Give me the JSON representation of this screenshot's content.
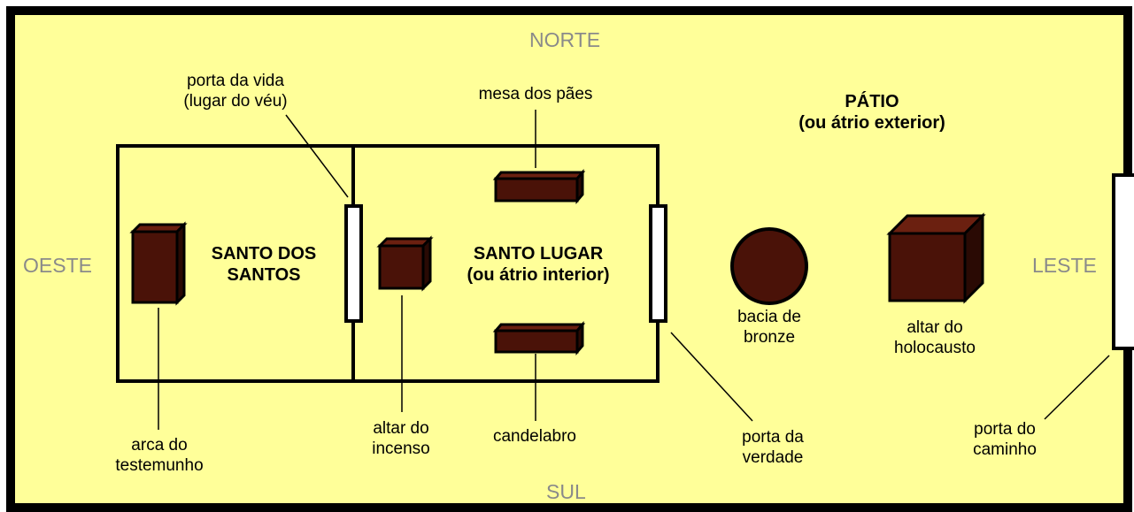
{
  "directions": {
    "north": "NORTE",
    "south": "SUL",
    "west": "OESTE",
    "east": "LESTE"
  },
  "areas": {
    "courtyard": [
      "PÁTIO",
      "(ou átrio exterior)"
    ],
    "holy_of_holies": [
      "SANTO DOS",
      "SANTOS"
    ],
    "holy_place": [
      "SANTO LUGAR",
      "(ou átrio interior)"
    ]
  },
  "labels": {
    "veil_door": [
      "porta da vida",
      "(lugar do véu)"
    ],
    "bread_table": [
      "mesa dos pães"
    ],
    "ark": [
      "arca do",
      "testemunho"
    ],
    "incense_altar": [
      "altar do",
      "incenso"
    ],
    "lampstand": [
      "candelabro"
    ],
    "truth_door": [
      "porta da",
      "verdade"
    ],
    "laver": [
      "bacia de",
      "bronze"
    ],
    "burnt_altar": [
      "altar do",
      "holocausto"
    ],
    "way_door": [
      "porta do",
      "caminho"
    ]
  },
  "colors": {
    "background": "#ffff99",
    "furniture": "#4a1208",
    "furniture_dark": "#2a0a04",
    "outline": "#000000",
    "direction_text": "#8a8a8a"
  }
}
